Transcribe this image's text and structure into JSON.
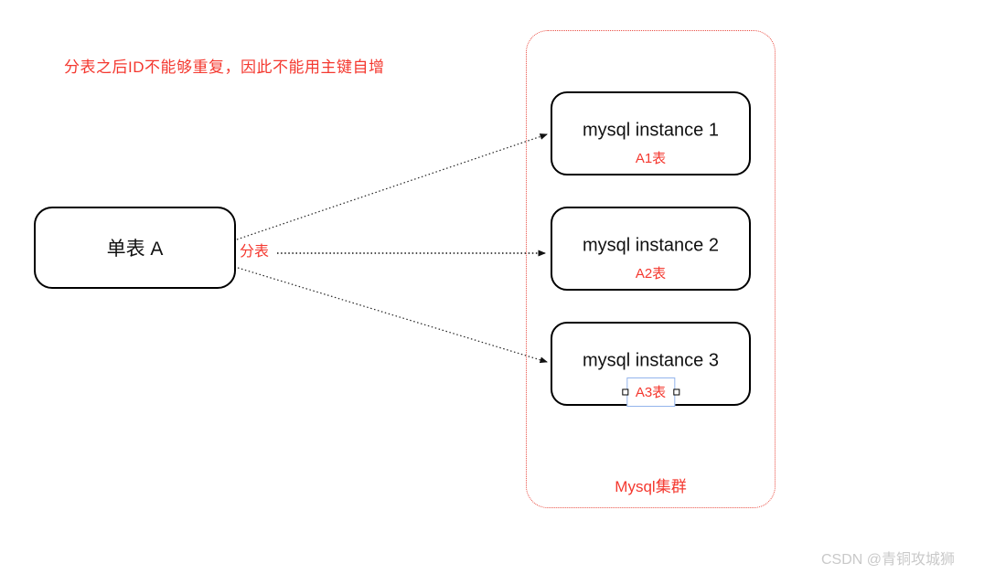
{
  "note": {
    "text": "分表之后ID不能够重复，因此不能用主键自增"
  },
  "source_table": {
    "label": "单表 A"
  },
  "split_label": {
    "text": "分表"
  },
  "cluster": {
    "label": "Mysql集群",
    "instances": [
      {
        "name": "mysql instance 1",
        "table": "A1表",
        "selected": false
      },
      {
        "name": "mysql instance 2",
        "table": "A2表",
        "selected": false
      },
      {
        "name": "mysql instance 3",
        "table": "A3表",
        "selected": true
      }
    ]
  },
  "watermark": {
    "text": "CSDN @青铜攻城狮"
  },
  "colors": {
    "accent_red": "#f4382f",
    "cluster_border_red": "#ea4f45",
    "node_border_black": "#000000",
    "arrow_black": "#222222",
    "selection_blue": "#93b4ec",
    "watermark_gray": "#c9c9c9"
  }
}
